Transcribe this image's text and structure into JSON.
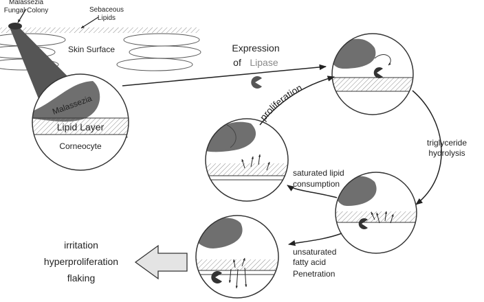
{
  "labels": {
    "fungal_colony_line1": "Malassezia",
    "fungal_colony_line2": "Fungal Colony",
    "sebaceous_line1": "Sebaceous",
    "sebaceous_line2": "Lipids",
    "skin_surface": "Skin Surface",
    "malassezia": "Malassezia",
    "lipid_layer": "Lipid Layer",
    "corneocyte": "Corneocyte",
    "expression": "Expression",
    "of": "of",
    "lipase": "Lipase",
    "proliferation": "proliferation",
    "triglyceride_hydrolysis_line1": "triglyceride",
    "triglyceride_hydrolysis_line2": "hydrolysis",
    "saturated_line1": "saturated lipid",
    "saturated_line2": "consumption",
    "unsaturated_line1": "unsaturated",
    "unsaturated_line2": "fatty acid",
    "unsaturated_line3": "Penetration",
    "outcome_line1": "irritation",
    "outcome_line2": "hyperproliferation",
    "outcome_line3": "flaking"
  },
  "colors": {
    "fungus": "#6f6f6f",
    "lipase_word": "#8a8a8a",
    "outline": "#333333",
    "arrow_fill": "#e4e4e4"
  }
}
